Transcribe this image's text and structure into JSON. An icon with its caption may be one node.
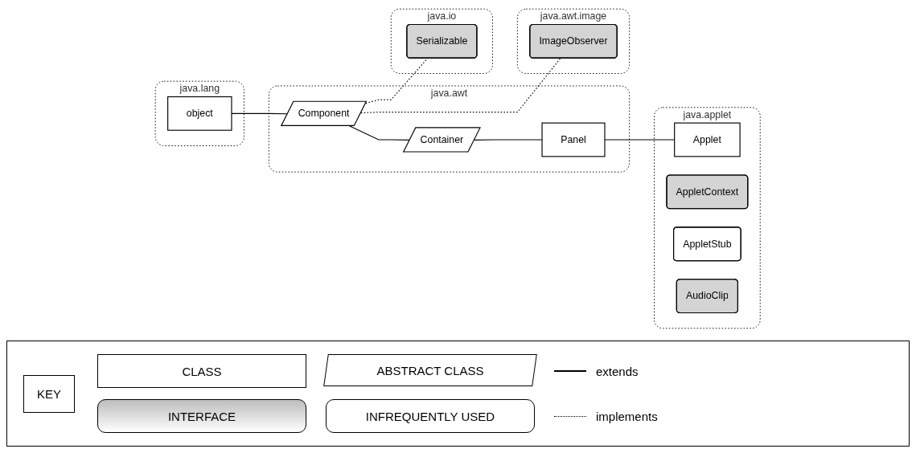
{
  "diagram": {
    "nodes": [
      {
        "text": [
          "java.lang"
        ]
      },
      {
        "text": [
          "object"
        ],
        "in": 0
      },
      {
        "text": [
          "java.awt"
        ]
      },
      {
        "text": [
          "Component"
        ],
        "in": 2
      },
      {
        "text": [
          "Container"
        ],
        "in": 2
      },
      {
        "text": [
          "Panel"
        ],
        "in": 2
      },
      {
        "text": [
          "java.applet"
        ]
      },
      {
        "text": [
          "Applet"
        ],
        "in": 6
      },
      {
        "text": [
          "AppletContext"
        ],
        "in": 6
      },
      {
        "text": [
          "AppletStub"
        ],
        "in": 6
      },
      {
        "text": [
          "AudioClip"
        ],
        "in": 6
      },
      {
        "text": [
          "java.io"
        ]
      },
      {
        "text": [
          "Serializable"
        ],
        "in": 11
      },
      {
        "text": [
          "java.awt.image"
        ]
      },
      {
        "text": [
          "ImageObserver"
        ],
        "in": 13
      }
    ],
    "edges": [
      {
        "from": 1,
        "to": 3,
        "arrow": "none"
      },
      {
        "from": 3,
        "to": 4,
        "arrow": "none"
      },
      {
        "from": 4,
        "to": 5,
        "arrow": "none"
      },
      {
        "from": 5,
        "to": 7,
        "arrow": "none"
      },
      {
        "from": 3,
        "to": 12,
        "arrow": "none",
        "style": "dashed"
      },
      {
        "from": 3,
        "to": 14,
        "arrow": "none",
        "style": "dashed"
      }
    ],
    "labels": [
      "KEY"
    ],
    "legend": [
      {
        "text": "CLASS"
      },
      {
        "text": "ABSTRACT CLASS"
      },
      {
        "text": "extends"
      },
      {
        "text": "INTERFACE"
      },
      {
        "text": "INFREQUENTLY USED"
      },
      {
        "text": "implements"
      }
    ]
  }
}
